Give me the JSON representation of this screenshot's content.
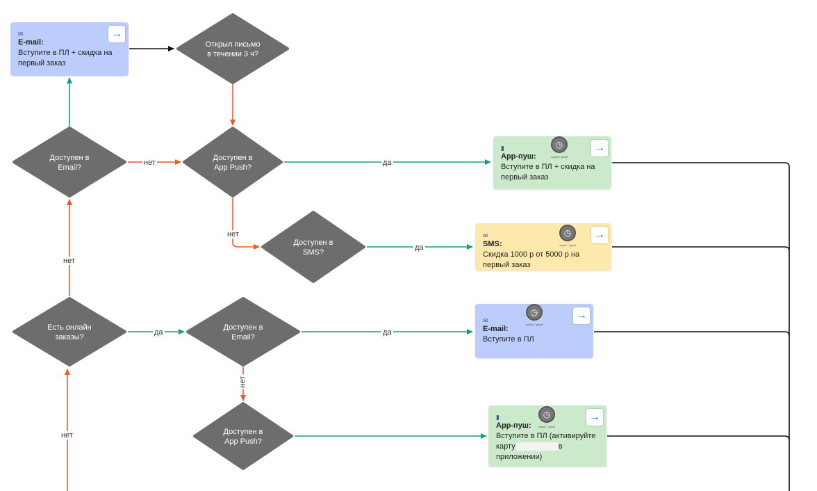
{
  "diamonds": {
    "opened_email": "Открыл письмо\nв течении 3 ч?",
    "avail_email_top": "Доступен в\nEmail?",
    "avail_apppush_top": "Доступен в\nApp Push?",
    "avail_sms": "Доступен в\nSMS?",
    "online_orders": "Есть онлайн\nзаказы?",
    "avail_email_mid": "Доступен в\nEmail?",
    "avail_apppush_bottom": "Доступен в\nApp Push?"
  },
  "edge_labels": {
    "no": "нет",
    "yes": "да"
  },
  "cards": {
    "email_top": {
      "title": "E-mail:",
      "text": "Вступите в ПЛ + скидка на первый заказ"
    },
    "apppush_top": {
      "title": "App-пуш:",
      "text": "Вступите в ПЛ + скидка на первый заказ",
      "timer": "через 7 дней"
    },
    "sms": {
      "title": "SMS:",
      "text": "Скидка 1000 р от 5000 р на первый заказ",
      "timer": "через 7 дней"
    },
    "email_mid": {
      "title": "E-mail:",
      "text": "Вступите в ПЛ",
      "timer": "через 7 дней"
    },
    "apppush_bottom": {
      "title": "App-пуш:",
      "text_before": "Вступите в ПЛ (активируйте карту",
      "text_after": "в приложении)",
      "timer": "через 7 дней"
    }
  },
  "icons": {
    "go": "arrow-right-icon",
    "timer": "clock-icon",
    "email": "email-icon",
    "phone": "phone-icon",
    "sms": "sms-icon"
  },
  "colors": {
    "diamond": "#6d6d6d",
    "yes_edge": "#1a9e7e",
    "no_edge": "#ec5a2b",
    "neutral_edge": "#111111",
    "email_card": "#bccdfb",
    "push_card": "#cbe9cb",
    "sms_card": "#fde9ab"
  }
}
